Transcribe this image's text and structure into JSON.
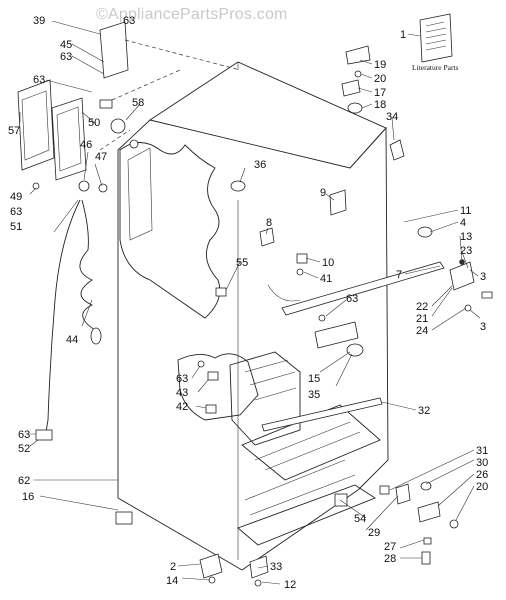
{
  "watermark": "©AppliancePartsPros.com",
  "literature_label": "Literature Parts",
  "callouts": [
    {
      "id": "c39",
      "text": "39"
    },
    {
      "id": "c63a",
      "text": "63"
    },
    {
      "id": "c45",
      "text": "45"
    },
    {
      "id": "c63b",
      "text": "63"
    },
    {
      "id": "c63c",
      "text": "63"
    },
    {
      "id": "c58",
      "text": "58"
    },
    {
      "id": "c57",
      "text": "57"
    },
    {
      "id": "c50",
      "text": "50"
    },
    {
      "id": "c46",
      "text": "46"
    },
    {
      "id": "c47",
      "text": "47"
    },
    {
      "id": "c49",
      "text": "49"
    },
    {
      "id": "c63d",
      "text": "63"
    },
    {
      "id": "c51",
      "text": "51"
    },
    {
      "id": "c44",
      "text": "44"
    },
    {
      "id": "c36",
      "text": "36"
    },
    {
      "id": "c1",
      "text": "1"
    },
    {
      "id": "c19",
      "text": "19"
    },
    {
      "id": "c20a",
      "text": "20"
    },
    {
      "id": "c17",
      "text": "17"
    },
    {
      "id": "c18",
      "text": "18"
    },
    {
      "id": "c34",
      "text": "34"
    },
    {
      "id": "c9",
      "text": "9"
    },
    {
      "id": "c11",
      "text": "11"
    },
    {
      "id": "c4",
      "text": "4"
    },
    {
      "id": "c13",
      "text": "13"
    },
    {
      "id": "c23",
      "text": "23"
    },
    {
      "id": "c8",
      "text": "8"
    },
    {
      "id": "c10",
      "text": "10"
    },
    {
      "id": "c41",
      "text": "41"
    },
    {
      "id": "c7",
      "text": "7"
    },
    {
      "id": "c3a",
      "text": "3"
    },
    {
      "id": "c55",
      "text": "55"
    },
    {
      "id": "c63e",
      "text": "63"
    },
    {
      "id": "c22",
      "text": "22"
    },
    {
      "id": "c21",
      "text": "21"
    },
    {
      "id": "c24",
      "text": "24"
    },
    {
      "id": "c3b",
      "text": "3"
    },
    {
      "id": "c15",
      "text": "15"
    },
    {
      "id": "c35",
      "text": "35"
    },
    {
      "id": "c63f",
      "text": "63"
    },
    {
      "id": "c43",
      "text": "43"
    },
    {
      "id": "c42",
      "text": "42"
    },
    {
      "id": "c32",
      "text": "32"
    },
    {
      "id": "c63g",
      "text": "63"
    },
    {
      "id": "c52",
      "text": "52"
    },
    {
      "id": "c62",
      "text": "62"
    },
    {
      "id": "c16",
      "text": "16"
    },
    {
      "id": "c31",
      "text": "31"
    },
    {
      "id": "c30",
      "text": "30"
    },
    {
      "id": "c26",
      "text": "26"
    },
    {
      "id": "c20b",
      "text": "20"
    },
    {
      "id": "c54",
      "text": "54"
    },
    {
      "id": "c29",
      "text": "29"
    },
    {
      "id": "c27",
      "text": "27"
    },
    {
      "id": "c28",
      "text": "28"
    },
    {
      "id": "c2",
      "text": "2"
    },
    {
      "id": "c33",
      "text": "33"
    },
    {
      "id": "c14",
      "text": "14"
    },
    {
      "id": "c12",
      "text": "12"
    }
  ]
}
